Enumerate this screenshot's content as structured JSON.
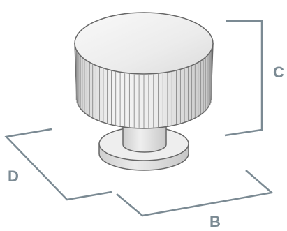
{
  "labels": {
    "c": "C",
    "b": "B",
    "d": "D"
  },
  "colors": {
    "dimension_line": "#7b8a93",
    "label": "#7b8a93",
    "outline": "#666666",
    "knob_light": "#f7f7f7",
    "knob_mid": "#e4e4e4",
    "knob_dark": "#c4c4c4"
  }
}
